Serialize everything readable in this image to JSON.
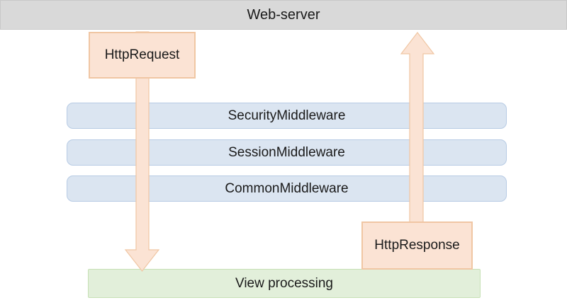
{
  "diagram": {
    "server": {
      "label": "Web-server"
    },
    "request_arrow": {
      "label": "HttpRequest",
      "direction": "down"
    },
    "response_arrow": {
      "label": "HttpResponse",
      "direction": "up"
    },
    "middleware": [
      {
        "label": "SecurityMiddleware"
      },
      {
        "label": "SessionMiddleware"
      },
      {
        "label": "CommonMiddleware"
      }
    ],
    "view": {
      "label": "View processing"
    },
    "colors": {
      "server_fill": "#d9d9d9",
      "server_border": "#c9c9c9",
      "middleware_fill": "#dbe5f1",
      "middleware_border": "#b7cbe4",
      "arrow_fill": "#fbe3d4",
      "arrow_border": "#f0c6a3",
      "view_fill": "#e2efda",
      "view_border": "#c6e0b4",
      "text_color": "#1a1a1a"
    }
  }
}
